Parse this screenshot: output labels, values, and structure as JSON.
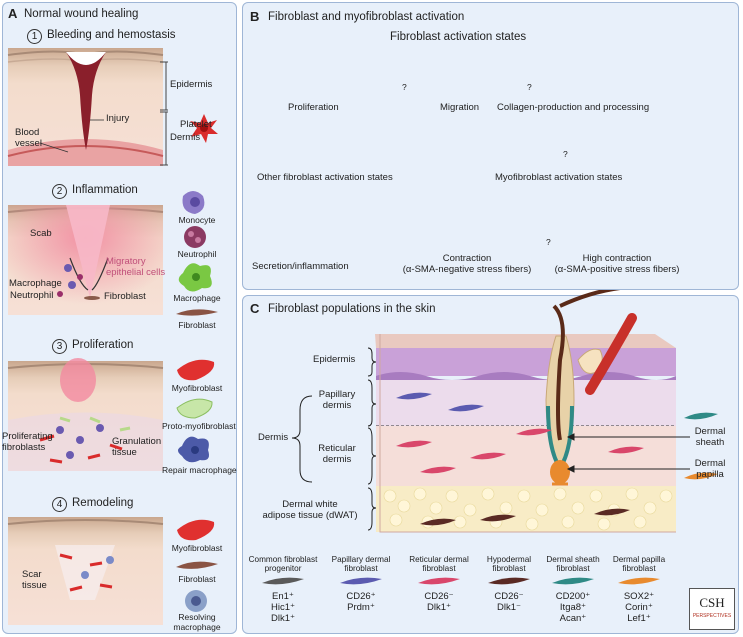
{
  "panel_a": {
    "letter": "A",
    "title": "Normal wound healing",
    "stages": [
      {
        "num": "1",
        "title": "Bleeding and hemostasis"
      },
      {
        "num": "2",
        "title": "Inflammation"
      },
      {
        "num": "3",
        "title": "Proliferation"
      },
      {
        "num": "4",
        "title": "Remodeling"
      }
    ],
    "s1_labels": {
      "epidermis": "Epidermis",
      "injury": "Injury",
      "dermis": "Dermis",
      "blood_vessel": "Blood\nvessel",
      "platelet": "Platelet"
    },
    "s2_labels": {
      "scab": "Scab",
      "migratory": "Migratory\nepithelial cells",
      "macrophage": "Macrophage",
      "neutrophil": "Neutrophil",
      "fibroblast": "Fibroblast"
    },
    "s2_legend": [
      "Monocyte",
      "Neutrophil",
      "Macrophage",
      "Fibroblast"
    ],
    "s3_labels": {
      "proliferating": "Proliferating\nfibroblasts",
      "granulation": "Granulation\ntissue"
    },
    "s3_legend": [
      "Myofibroblast",
      "Proto-myofibroblast",
      "Repair macrophage"
    ],
    "s4_labels": {
      "scar": "Scar\ntissue"
    },
    "s4_legend": [
      "Myofibroblast",
      "Fibroblast",
      "Resolving\nmacrophage"
    ]
  },
  "panel_b": {
    "letter": "B",
    "title": "Fibroblast and myofibroblast activation",
    "activation_states": "Fibroblast activation states",
    "proliferation": "Proliferation",
    "migration": "Migration",
    "collagen": "Collagen-production and processing",
    "myofibroblast_states": "Myofibroblast activation states",
    "other_states": "Other fibroblast activation states",
    "secretion": "Secretion/inflammation",
    "contraction": "Contraction\n(α-SMA-negative stress fibers)",
    "high_contraction": "High contraction\n(α-SMA-positive stress fibers)",
    "question": "?"
  },
  "panel_c": {
    "letter": "C",
    "title": "Fibroblast populations in the skin",
    "epidermis": "Epidermis",
    "papillary": "Papillary\ndermis",
    "dermis": "Dermis",
    "reticular": "Reticular\ndermis",
    "dwat": "Dermal white\nadipose tissue (dWAT)",
    "dermal_sheath": "Dermal\nsheath",
    "dermal_papilla": "Dermal\npapilla",
    "legend": [
      {
        "title": "Common fibroblast\nprogenitor",
        "markers": "En1⁺\nHic1⁺\nDlk1⁺",
        "color": "#5a5a5a"
      },
      {
        "title": "Papillary dermal\nfibroblast",
        "markers": "CD26⁺\nPrdm⁺",
        "color": "#5b5bb0"
      },
      {
        "title": "Reticular dermal\nfibroblast",
        "markers": "CD26⁻\nDlk1⁺",
        "color": "#d9476b"
      },
      {
        "title": "Hypodermal\nfibroblast",
        "markers": "CD26⁻\nDlk1⁻",
        "color": "#5a2a24"
      },
      {
        "title": "Dermal sheath\nfibroblast",
        "markers": "CD200⁺\nItga8⁺\nAcan⁺",
        "color": "#2f8a86"
      },
      {
        "title": "Dermal papilla\nfibroblast",
        "markers": "SOX2⁺\nCorin⁺\nLef1⁺",
        "color": "#e88a2e"
      }
    ]
  },
  "logo": {
    "text": "CSH",
    "subtext": "PERSPECTIVES"
  }
}
